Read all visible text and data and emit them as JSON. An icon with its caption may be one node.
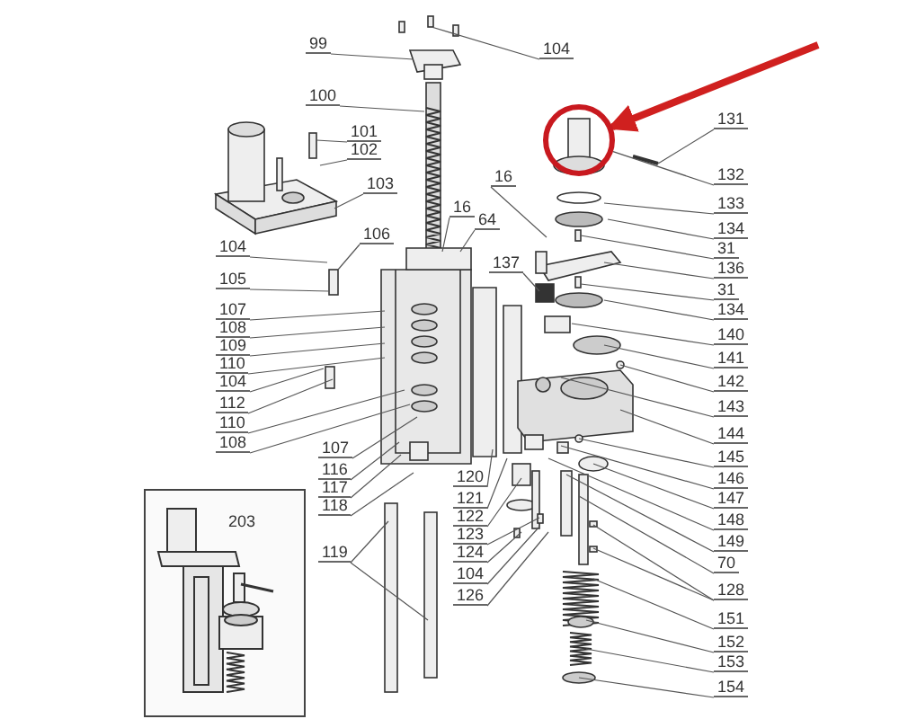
{
  "diagram": {
    "nodes": [
      {
        "text": [
          "99"
        ]
      },
      {
        "text": [
          "104"
        ]
      },
      {
        "text": [
          "100"
        ]
      },
      {
        "text": [
          "101"
        ]
      },
      {
        "text": [
          "102"
        ]
      },
      {
        "text": [
          "103"
        ]
      },
      {
        "text": [
          "131"
        ]
      },
      {
        "text": [
          "132"
        ]
      },
      {
        "text": [
          "16"
        ]
      },
      {
        "text": [
          "133"
        ]
      },
      {
        "text": [
          "16"
        ]
      },
      {
        "text": [
          "64"
        ]
      },
      {
        "text": [
          "134"
        ]
      },
      {
        "text": [
          "106"
        ]
      },
      {
        "text": [
          "31"
        ]
      },
      {
        "text": [
          "104"
        ]
      },
      {
        "text": [
          "137"
        ]
      },
      {
        "text": [
          "136"
        ]
      },
      {
        "text": [
          "105"
        ]
      },
      {
        "text": [
          "31"
        ]
      },
      {
        "text": [
          "107"
        ]
      },
      {
        "text": [
          "134"
        ]
      },
      {
        "text": [
          "108"
        ]
      },
      {
        "text": [
          "109"
        ]
      },
      {
        "text": [
          "140"
        ]
      },
      {
        "text": [
          "110"
        ]
      },
      {
        "text": [
          "141"
        ]
      },
      {
        "text": [
          "104"
        ]
      },
      {
        "text": [
          "142"
        ]
      },
      {
        "text": [
          "112"
        ]
      },
      {
        "text": [
          "143"
        ]
      },
      {
        "text": [
          "110"
        ]
      },
      {
        "text": [
          "144"
        ]
      },
      {
        "text": [
          "108"
        ]
      },
      {
        "text": [
          "107"
        ]
      },
      {
        "text": [
          "145"
        ]
      },
      {
        "text": [
          "116"
        ]
      },
      {
        "text": [
          "120"
        ]
      },
      {
        "text": [
          "146"
        ]
      },
      {
        "text": [
          "117"
        ]
      },
      {
        "text": [
          "121"
        ]
      },
      {
        "text": [
          "147"
        ]
      },
      {
        "text": [
          "118"
        ]
      },
      {
        "text": [
          "122"
        ]
      },
      {
        "text": [
          "203"
        ]
      },
      {
        "text": [
          "148"
        ]
      },
      {
        "text": [
          "123"
        ]
      },
      {
        "text": [
          "149"
        ]
      },
      {
        "text": [
          "124"
        ]
      },
      {
        "text": [
          "119"
        ]
      },
      {
        "text": [
          "70"
        ]
      },
      {
        "text": [
          "104"
        ]
      },
      {
        "text": [
          "128"
        ]
      },
      {
        "text": [
          "126"
        ]
      },
      {
        "text": [
          "151"
        ]
      },
      {
        "text": [
          "152"
        ]
      },
      {
        "text": [
          "153"
        ]
      },
      {
        "text": [
          "154"
        ]
      },
      {
        "text": [],
        "shape": "circle"
      }
    ],
    "edges": [
      {
        "from": 0,
        "to": null,
        "arrow": "none"
      },
      {
        "from": 1,
        "to": null,
        "arrow": "none"
      },
      {
        "from": 2,
        "to": null,
        "arrow": "none"
      },
      {
        "from": 3,
        "to": null,
        "arrow": "none"
      },
      {
        "from": 4,
        "to": null,
        "arrow": "none"
      },
      {
        "from": 5,
        "to": null,
        "arrow": "none"
      },
      {
        "from": 6,
        "to": null,
        "arrow": "none"
      },
      {
        "from": 7,
        "to": 58,
        "arrow": "none"
      },
      {
        "from": 8,
        "to": null,
        "arrow": "none"
      },
      {
        "from": 9,
        "to": null,
        "arrow": "none"
      },
      {
        "from": 10,
        "to": null,
        "arrow": "none"
      },
      {
        "from": 11,
        "to": null,
        "arrow": "none"
      },
      {
        "from": 12,
        "to": null,
        "arrow": "none"
      },
      {
        "from": 13,
        "to": null,
        "arrow": "none"
      },
      {
        "from": 14,
        "to": null,
        "arrow": "none"
      },
      {
        "from": 15,
        "to": null,
        "arrow": "none"
      },
      {
        "from": 16,
        "to": null,
        "arrow": "none"
      },
      {
        "from": 17,
        "to": null,
        "arrow": "none"
      },
      {
        "from": 18,
        "to": null,
        "arrow": "none"
      },
      {
        "from": 19,
        "to": null,
        "arrow": "none"
      },
      {
        "from": 20,
        "to": null,
        "arrow": "none"
      },
      {
        "from": 21,
        "to": null,
        "arrow": "none"
      },
      {
        "from": 22,
        "to": null,
        "arrow": "none"
      },
      {
        "from": 23,
        "to": null,
        "arrow": "none"
      },
      {
        "from": 24,
        "to": null,
        "arrow": "none"
      },
      {
        "from": 25,
        "to": null,
        "arrow": "none"
      },
      {
        "from": 26,
        "to": null,
        "arrow": "none"
      },
      {
        "from": 27,
        "to": null,
        "arrow": "none"
      },
      {
        "from": 28,
        "to": null,
        "arrow": "none"
      },
      {
        "from": 29,
        "to": null,
        "arrow": "none"
      },
      {
        "from": 30,
        "to": null,
        "arrow": "none"
      },
      {
        "from": 31,
        "to": null,
        "arrow": "none"
      },
      {
        "from": 32,
        "to": null,
        "arrow": "none"
      },
      {
        "from": 33,
        "to": null,
        "arrow": "none"
      },
      {
        "from": 34,
        "to": null,
        "arrow": "none"
      },
      {
        "from": 35,
        "to": null,
        "arrow": "none"
      },
      {
        "from": 36,
        "to": null,
        "arrow": "none"
      },
      {
        "from": 37,
        "to": null,
        "arrow": "none"
      },
      {
        "from": 38,
        "to": null,
        "arrow": "none"
      },
      {
        "from": 39,
        "to": null,
        "arrow": "none"
      },
      {
        "from": 40,
        "to": null,
        "arrow": "none"
      },
      {
        "from": 41,
        "to": null,
        "arrow": "none"
      },
      {
        "from": 42,
        "to": null,
        "arrow": "none"
      },
      {
        "from": 43,
        "to": null,
        "arrow": "none"
      },
      {
        "from": 45,
        "to": null,
        "arrow": "none"
      },
      {
        "from": 46,
        "to": null,
        "arrow": "none"
      },
      {
        "from": 47,
        "to": null,
        "arrow": "none"
      },
      {
        "from": 48,
        "to": null,
        "arrow": "none"
      },
      {
        "from": 49,
        "to": null,
        "arrow": "none"
      },
      {
        "from": 49,
        "to": null,
        "arrow": "none"
      },
      {
        "from": 50,
        "to": null,
        "arrow": "none"
      },
      {
        "from": 51,
        "to": null,
        "arrow": "none"
      },
      {
        "from": 52,
        "to": null,
        "arrow": "none"
      },
      {
        "from": 52,
        "to": null,
        "arrow": "none"
      },
      {
        "from": 53,
        "to": null,
        "arrow": "none"
      },
      {
        "from": 54,
        "to": null,
        "arrow": "none"
      },
      {
        "from": 55,
        "to": null,
        "arrow": "none"
      },
      {
        "from": 56,
        "to": null,
        "arrow": "none"
      },
      {
        "from": 57,
        "to": null,
        "arrow": "none"
      },
      {
        "from": null,
        "to": 58,
        "arrow": "to",
        "style": "thick",
        "color": "#d0201f"
      }
    ]
  }
}
